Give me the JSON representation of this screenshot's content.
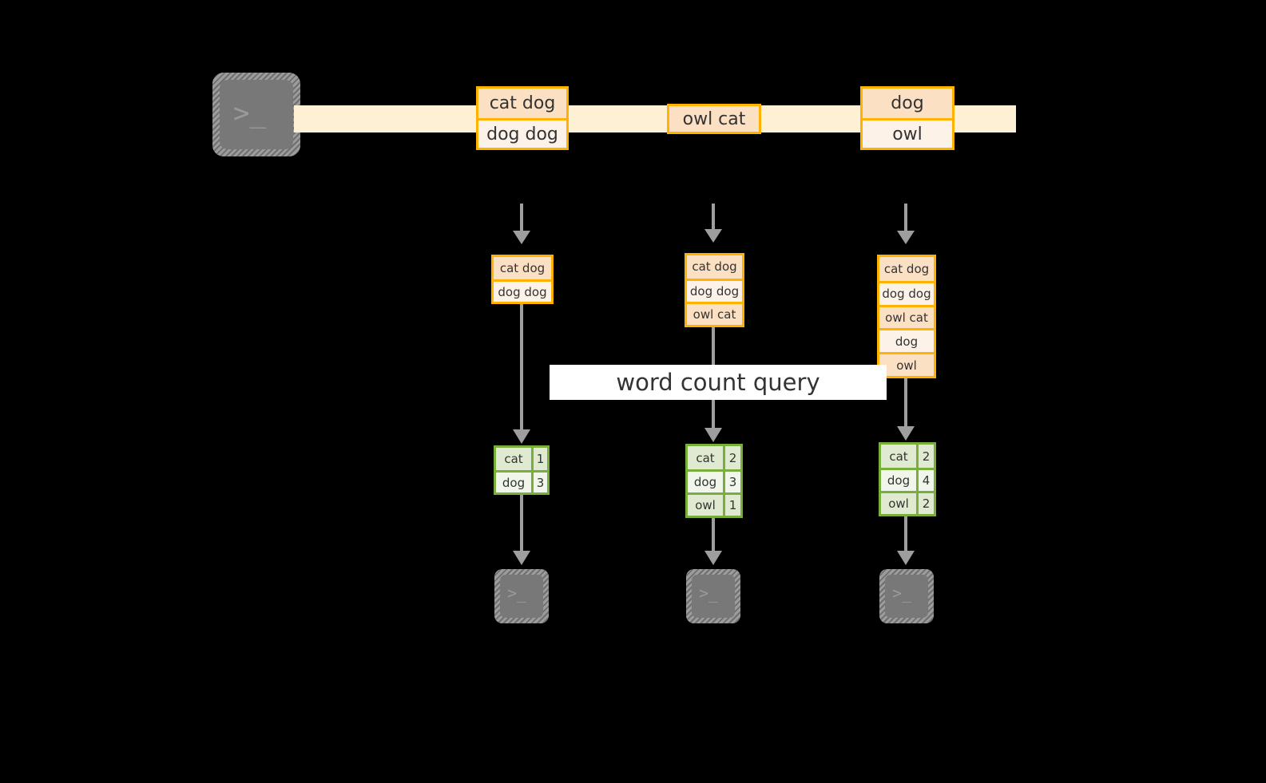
{
  "diagram": {
    "source": {
      "icon": "terminal-icon",
      "prompt_glyph": ">_"
    },
    "stream": {
      "label": "event-stream-arrow",
      "records": [
        {
          "lines": [
            "cat dog",
            "dog dog"
          ]
        },
        {
          "lines": [
            "owl cat"
          ]
        },
        {
          "lines": [
            "dog",
            "owl"
          ]
        }
      ]
    },
    "columns": [
      {
        "name": "snapshot-1",
        "buffer": [
          "cat dog",
          "dog dog"
        ],
        "result": {
          "rows": [
            {
              "key": "cat",
              "count": "1"
            },
            {
              "key": "dog",
              "count": "3"
            }
          ]
        },
        "sink": {
          "icon": "terminal-icon",
          "prompt_glyph": ">_"
        }
      },
      {
        "name": "snapshot-2",
        "buffer": [
          "cat dog",
          "dog dog",
          "owl cat"
        ],
        "result": {
          "rows": [
            {
              "key": "cat",
              "count": "2"
            },
            {
              "key": "dog",
              "count": "3"
            },
            {
              "key": "owl",
              "count": "1"
            }
          ]
        },
        "sink": {
          "icon": "terminal-icon",
          "prompt_glyph": ">_"
        }
      },
      {
        "name": "snapshot-3",
        "buffer": [
          "cat dog",
          "dog dog",
          "owl cat",
          "dog",
          "owl"
        ],
        "result": {
          "rows": [
            {
              "key": "cat",
              "count": "2"
            },
            {
              "key": "dog",
              "count": "4"
            },
            {
              "key": "owl",
              "count": "2"
            }
          ]
        },
        "sink": {
          "icon": "terminal-icon",
          "prompt_glyph": ">_"
        }
      }
    ],
    "query_label": "word count query",
    "colors": {
      "background": "#000000",
      "stream_fill": "#fdf0d5",
      "record_border": "#ffb200",
      "record_fill_dark": "#fce0c3",
      "record_fill_light": "#fdf2e8",
      "result_border": "#7aae3c",
      "result_fill_dark": "#dfead0",
      "result_fill_light": "#f1f6ea",
      "connector": "#9e9e9e",
      "terminal_fill": "#787878",
      "label_fill": "#ffffff",
      "text": "#333333"
    }
  }
}
